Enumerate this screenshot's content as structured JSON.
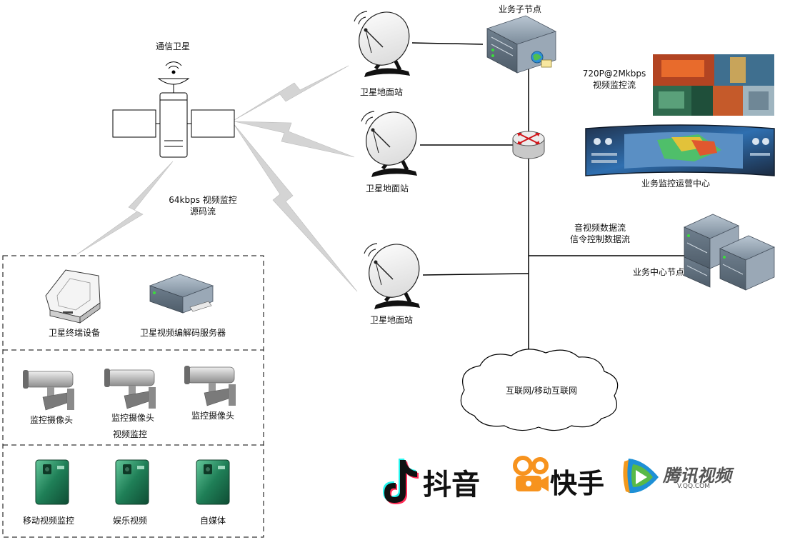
{
  "labels": {
    "satellite": "通信卫星",
    "ground_station": "卫星地面站",
    "service_subnode": "业务子节点",
    "stream_720p_line1": "720P@2Mkbps",
    "stream_720p_line2": "视频监控流",
    "monitor_center": "业务监控运营中心",
    "stream_64k_line1": "64kbps 视频监控",
    "stream_64k_line2": "源码流",
    "av_line1": "音视频数据流",
    "av_line2": "信令控制数据流",
    "service_center_node": "业务中心节点",
    "internet": "互联网/移动互联网",
    "terminal": "卫星终端设备",
    "codec_server": "卫星视频编解码服务器",
    "camera": "监控摄像头",
    "video_monitor": "视频监控",
    "phone1": "移动视频监控",
    "phone2": "娱乐视频",
    "phone3": "自媒体"
  },
  "brands": {
    "douyin": "抖音",
    "kuaishou": "快手",
    "tencent": "腾讯视频",
    "tencent_url": "V.QQ.COM"
  },
  "colors": {
    "douyin": "#111111",
    "kuaishou": "#f7931e",
    "tencent_blue": "#1e90d6",
    "tencent_green": "#58b947",
    "tencent_orange": "#f39a1e",
    "server": "#8a9aa8",
    "phone": "#2e8b57"
  }
}
